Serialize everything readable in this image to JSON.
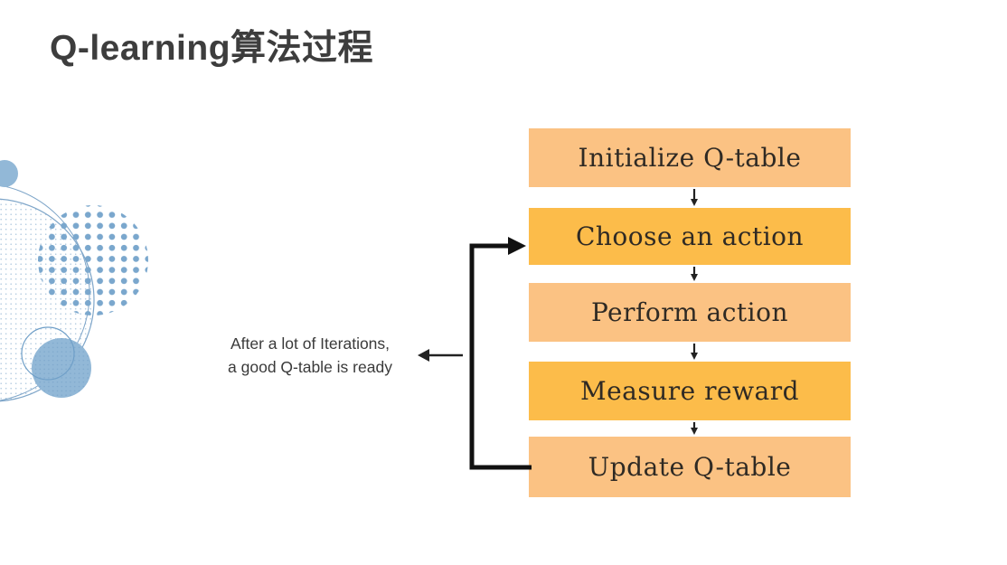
{
  "page": {
    "title": "Q-learning算法过程"
  },
  "flowchart": {
    "steps": [
      {
        "label": "Initialize Q-table",
        "variant": "light"
      },
      {
        "label": "Choose an action",
        "variant": "dark"
      },
      {
        "label": "Perform action",
        "variant": "light"
      },
      {
        "label": "Measure reward",
        "variant": "dark"
      },
      {
        "label": "Update Q-table",
        "variant": "light"
      }
    ],
    "loop": {
      "from": "Update Q-table",
      "to": "Choose an action"
    },
    "annotation": {
      "line1": "After a lot of Iterations,",
      "line2": "a good Q-table is ready"
    },
    "colors": {
      "box_light": "#FBC283",
      "box_dark": "#FCBC4A",
      "box_text": "#2f2a24",
      "loop_arrow": "#111111",
      "small_arrow": "#222222"
    }
  },
  "decoration": {
    "solid_circle_blue": "#92b8d7",
    "grid_dot_blue": "#7aa7cd",
    "outline_blue": "#7fa6c9",
    "fine_dot_blue": "#b3cbe0"
  }
}
